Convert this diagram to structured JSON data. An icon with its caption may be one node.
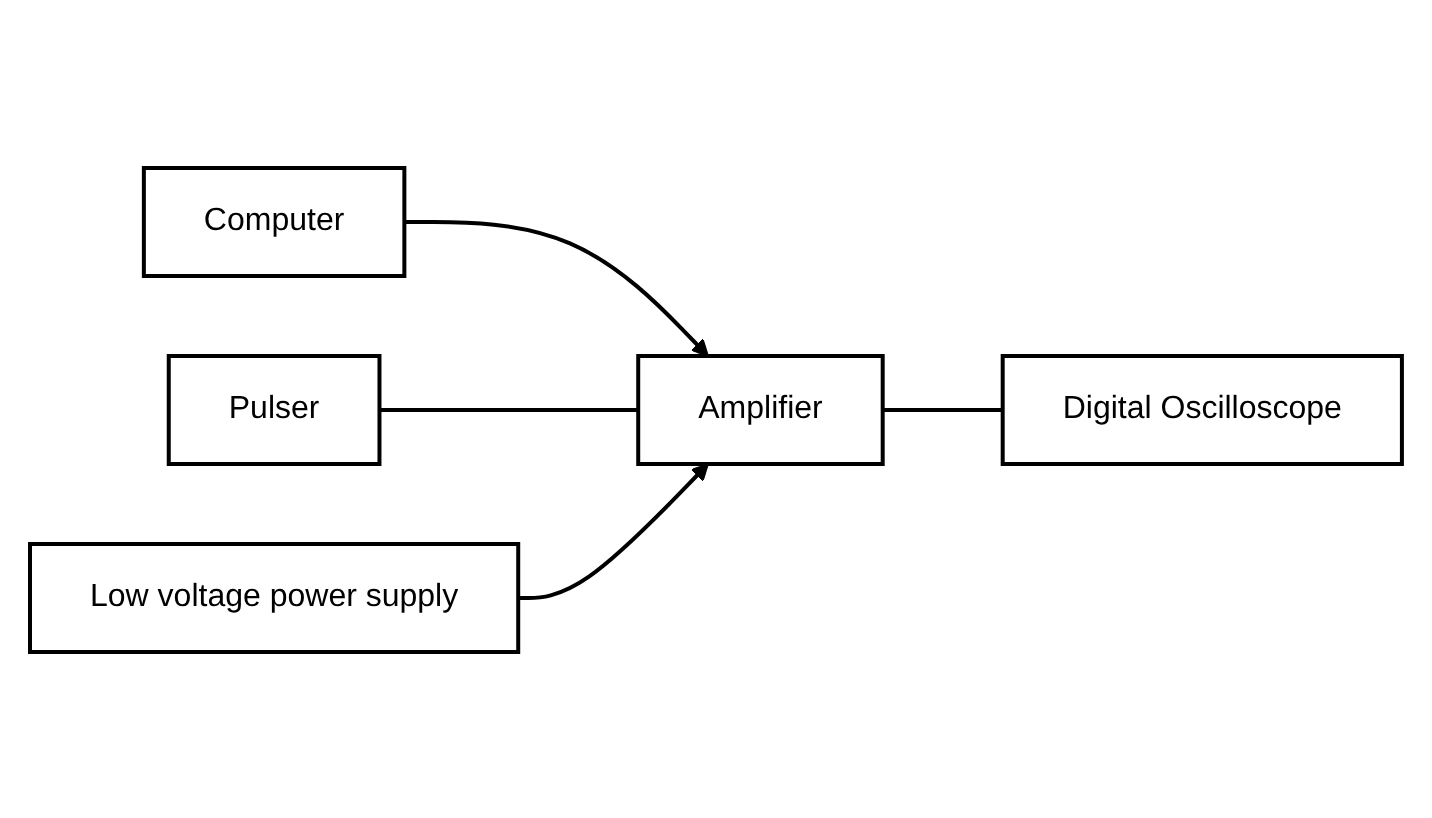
{
  "diagram": {
    "nodes": [
      {
        "text": [
          "Computer"
        ]
      },
      {
        "text": [
          "Pulser"
        ]
      },
      {
        "text": [
          "Amplifier"
        ]
      },
      {
        "text": [
          "Digital Oscilloscope"
        ]
      },
      {
        "text": [
          "Low voltage power supply"
        ]
      }
    ],
    "edges": [
      {
        "from": 0,
        "to": 2,
        "arrow": "to"
      },
      {
        "from": 1,
        "to": 2,
        "arrow": "none"
      },
      {
        "from": 2,
        "to": 3,
        "arrow": "none"
      },
      {
        "from": 4,
        "to": 2,
        "arrow": "to"
      }
    ]
  }
}
